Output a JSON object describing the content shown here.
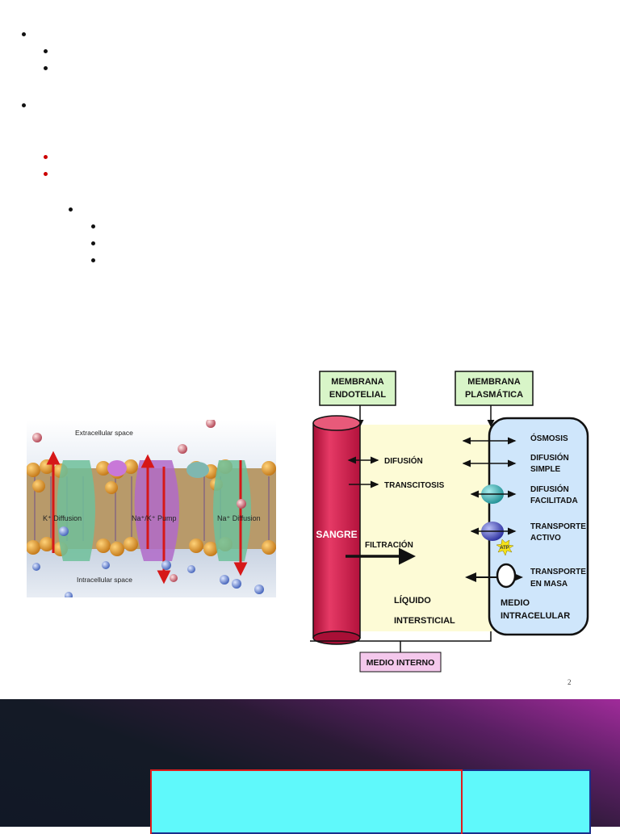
{
  "slide": {
    "page_number": "2"
  },
  "membrane_image": {
    "extracellular_label": "Extracellular space",
    "intracellular_label": "Intracellular space",
    "k_diffusion": "K⁺ Diffusion",
    "pump": "Na⁺/K⁺ Pump",
    "na_diffusion": "Na⁺ Diffusion"
  },
  "diagram": {
    "membrana_endotelial": [
      "MEMBRANA",
      "ENDOTELIAL"
    ],
    "membrana_plasmatica": [
      "MEMBRANA",
      "PLASMÁTICA"
    ],
    "sangre": "SANGRE",
    "difusion": "DIFUSIÓN",
    "transcitosis": "TRANSCITOSIS",
    "filtracion": "FILTRACIÓN",
    "liquido": [
      "LÍQUIDO",
      "INTERSTICIAL"
    ],
    "osmosis": "ÓSMOSIS",
    "difusion_simple": [
      "DIFUSIÓN",
      "SIMPLE"
    ],
    "difusion_facilitada": [
      "DIFUSIÓN",
      "FACILITADA"
    ],
    "transporte_activo": [
      "TRANSPORTE",
      "ACTIVO"
    ],
    "atp": "ATP",
    "transporte_masa": [
      "TRANSPORTE",
      "EN MASA"
    ],
    "medio_intracelular": [
      "MEDIO",
      "INTRACELULAR"
    ],
    "medio_interno": "MEDIO INTERNO"
  },
  "colors": {
    "bullet_red": "#cc0000",
    "label_box_green": "#d8f5c8",
    "label_box_pink": "#f4c8ec",
    "interstitial": "#fdfbd6",
    "cell_fill": "#cfe6fb",
    "blood_vessel": "#d21e4c",
    "next_slide_cyan": "#5ff9fb"
  }
}
